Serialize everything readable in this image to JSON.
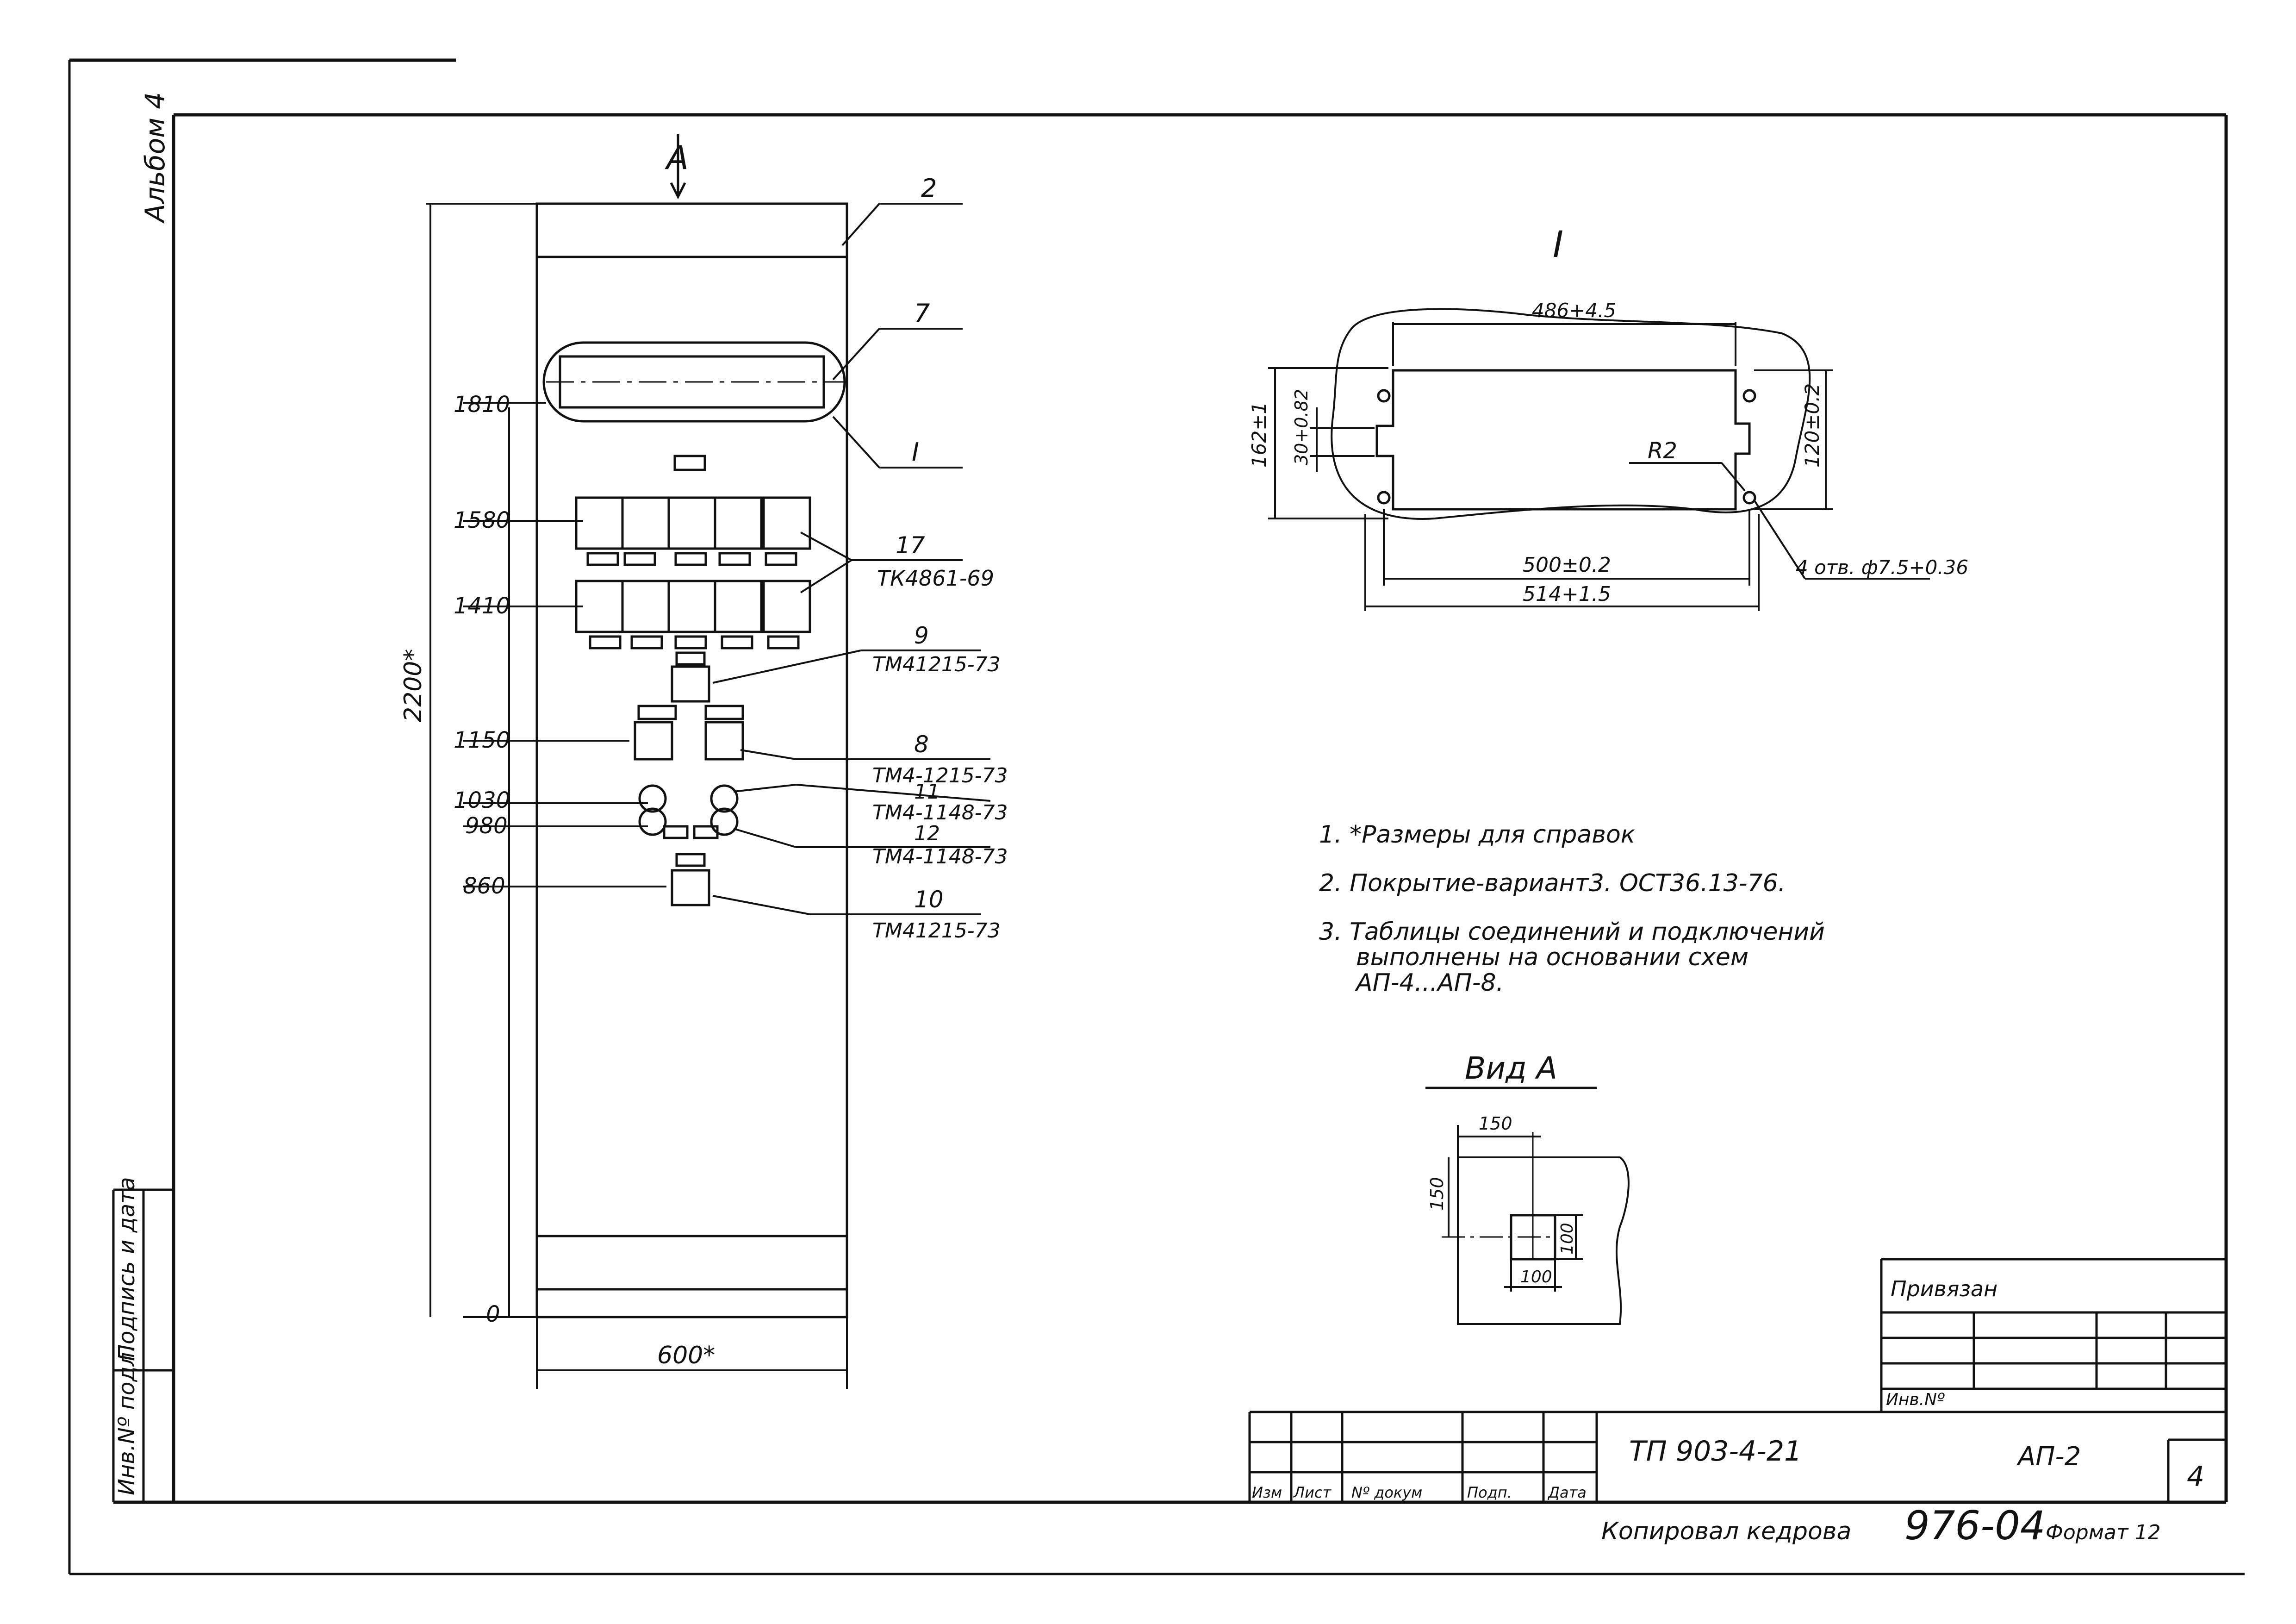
{
  "album": "Альбом 4",
  "main_view": {
    "view_mark": "A",
    "levels": [
      "1810",
      "1580",
      "1410",
      "1150",
      "1030",
      "980",
      "860",
      "0"
    ],
    "height_dim": "2200*",
    "width_dim": "600*",
    "callouts": [
      {
        "pos": "2",
        "code": ""
      },
      {
        "pos": "7",
        "code": ""
      },
      {
        "pos": "I",
        "code": ""
      },
      {
        "pos": "17",
        "code": "ТК4861-69"
      },
      {
        "pos": "9",
        "code": "ТМ41215-73"
      },
      {
        "pos": "8",
        "code": "ТМ4-1215-73"
      },
      {
        "pos": "11",
        "code": "ТМ4-1148-73"
      },
      {
        "pos": "12",
        "code": "ТМ4-1148-73"
      },
      {
        "pos": "10",
        "code": "ТМ41215-73"
      }
    ]
  },
  "detail_I": {
    "title": "I",
    "dim_top": "486+4.5",
    "dim_bottom_inner": "500±0.2",
    "dim_bottom_outer": "514+1.5",
    "dim_left_outer": "162±1",
    "dim_left_inner": "30+0.82",
    "dim_right": "120±0.2",
    "radius": "R2",
    "holes": "4 отв. ф7.5+0.36"
  },
  "notes": [
    "1. *Размеры для справок",
    "2. Покрытие-вариант3. ОСТ36.13-76.",
    "3. Таблицы соединений и подключений",
    "выполнены на основании схем",
    "АП-4...АП-8."
  ],
  "view_A": {
    "title": "Вид А",
    "dim_150_h": "150",
    "dim_150_v": "150",
    "dim_100_h": "100",
    "dim_100_v": "100"
  },
  "stamp": {
    "privyazan": "Привязан",
    "inv_no": "Инв.Nº",
    "headers": [
      "Изм",
      "Лист",
      "Nº докум",
      "Подп.",
      "Дата"
    ],
    "code": "ТП 903-4-21",
    "sheet_code": "АП-2",
    "sheet_no": "4"
  },
  "left_margin": {
    "podpis": "Подпись и дата",
    "inv_podl": "Инв.Nº подл."
  },
  "footer": {
    "kopiroval": "Копировал кедрова",
    "number": "976-04",
    "format": "Формат 12"
  }
}
